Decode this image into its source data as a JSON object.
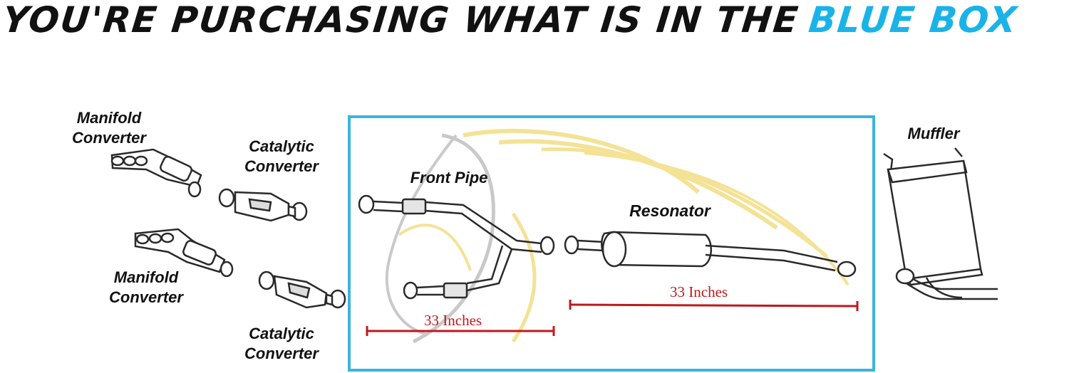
{
  "headline": {
    "main": "YOU'RE PURCHASING WHAT IS IN THE",
    "accent": "BLUE BOX"
  },
  "labels": {
    "manifold_converter_top": [
      "Manifold",
      "Converter"
    ],
    "catalytic_converter_top": [
      "Catalytic",
      "Converter"
    ],
    "manifold_converter_bottom": [
      "Manifold",
      "Converter"
    ],
    "catalytic_converter_bottom": [
      "Catalytic",
      "Converter"
    ],
    "front_pipe": "Front Pipe",
    "resonator": "Resonator",
    "muffler": "Muffler"
  },
  "measurements": {
    "front_pipe_length": "33 Inches",
    "resonator_length": "33 Inches"
  },
  "colors": {
    "accent_blue": "#1ab3e8",
    "box_border": "#3cb4dc",
    "measure_red": "#c0181d",
    "watermark_gold": "#f3df8a",
    "watermark_grey": "#b8b8b8",
    "line": "#2a2a2a"
  },
  "icons": [
    "horse-head-watermark-icon",
    "exhaust-part-icon"
  ]
}
